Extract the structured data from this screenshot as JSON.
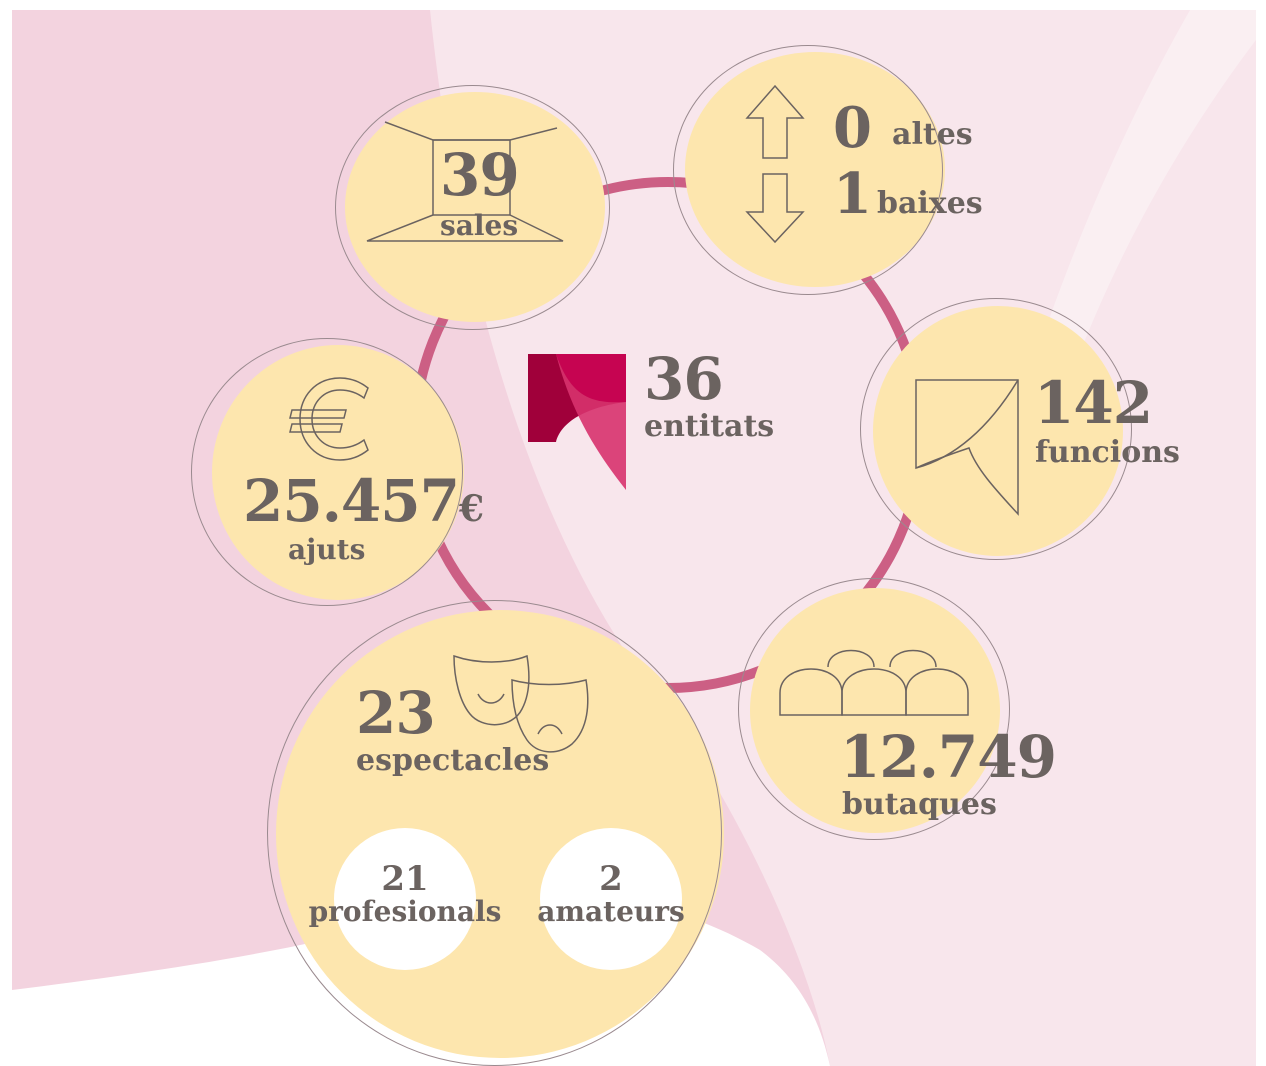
{
  "center": {
    "value": "36",
    "label": "entitats"
  },
  "sales": {
    "value": "39",
    "label": "sales"
  },
  "altes_baixes": {
    "altes_value": "0",
    "altes_label": "altes",
    "baixes_value": "1",
    "baixes_label": "baixes"
  },
  "funcions": {
    "value": "142",
    "label": "funcions"
  },
  "butaques": {
    "value": "12.749",
    "label": "butaques"
  },
  "espectacles": {
    "value": "23",
    "label": "espectacles",
    "profesionals_value": "21",
    "profesionals_label": "profesionals",
    "amateurs_value": "2",
    "amateurs_label": "amateurs"
  },
  "ajuts": {
    "value": "25.457",
    "unit": "€",
    "label": "ajuts"
  },
  "colors": {
    "circle_fill": "#fde6ae",
    "ring_stroke": "#cc5f84",
    "text": "#6b6360",
    "logo_dark": "#a0003a",
    "logo_pink": "#d7326e",
    "bg_pink": "#f3d3df",
    "bg_light": "#f8e6ec"
  },
  "icons": {
    "center": "logo-icon",
    "sales": "stage-room-icon",
    "altes_baixes": "up-down-arrows-icon",
    "funcions": "curtain-icon",
    "butaques": "seats-icon",
    "espectacles": "theater-masks-icon",
    "ajuts": "euro-icon"
  }
}
